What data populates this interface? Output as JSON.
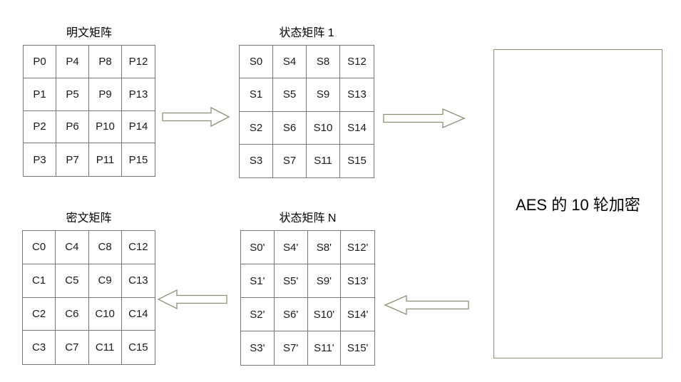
{
  "diagram": {
    "matrices": [
      {
        "key": "plaintext",
        "title": "明文矩阵",
        "cells": [
          [
            "P0",
            "P4",
            "P8",
            "P12"
          ],
          [
            "P1",
            "P5",
            "P9",
            "P13"
          ],
          [
            "P2",
            "P6",
            "P10",
            "P14"
          ],
          [
            "P3",
            "P7",
            "P11",
            "P15"
          ]
        ]
      },
      {
        "key": "state1",
        "title": "状态矩阵 1",
        "cells": [
          [
            "S0",
            "S4",
            "S8",
            "S12"
          ],
          [
            "S1",
            "S5",
            "S9",
            "S13"
          ],
          [
            "S2",
            "S6",
            "S10",
            "S14"
          ],
          [
            "S3",
            "S7",
            "S11",
            "S15"
          ]
        ]
      },
      {
        "key": "ciphertext",
        "title": "密文矩阵",
        "cells": [
          [
            "C0",
            "C4",
            "C8",
            "C12"
          ],
          [
            "C1",
            "C5",
            "C9",
            "C13"
          ],
          [
            "C2",
            "C6",
            "C10",
            "C14"
          ],
          [
            "C3",
            "C7",
            "C11",
            "C15"
          ]
        ]
      },
      {
        "key": "stateN",
        "title": "状态矩阵 N",
        "cells": [
          [
            "S0'",
            "S4'",
            "S8'",
            "S12'"
          ],
          [
            "S1'",
            "S5'",
            "S9'",
            "S13'"
          ],
          [
            "S2'",
            "S6'",
            "S10'",
            "S14'"
          ],
          [
            "S3'",
            "S7'",
            "S11'",
            "S15'"
          ]
        ]
      }
    ],
    "aes_box": {
      "label": "AES 的 10 轮加密"
    },
    "arrows": [
      {
        "id": "plaintext-to-state1",
        "direction": "right"
      },
      {
        "id": "state1-to-aes",
        "direction": "right"
      },
      {
        "id": "aes-to-stateN",
        "direction": "left"
      },
      {
        "id": "stateN-to-ciphertext",
        "direction": "left"
      }
    ],
    "colors": {
      "grid_line": "#757575",
      "arrow_outline": "#8f8f74",
      "box_border": "#8f8f74",
      "text": "#1a1a1a",
      "background": "#ffffff"
    }
  }
}
